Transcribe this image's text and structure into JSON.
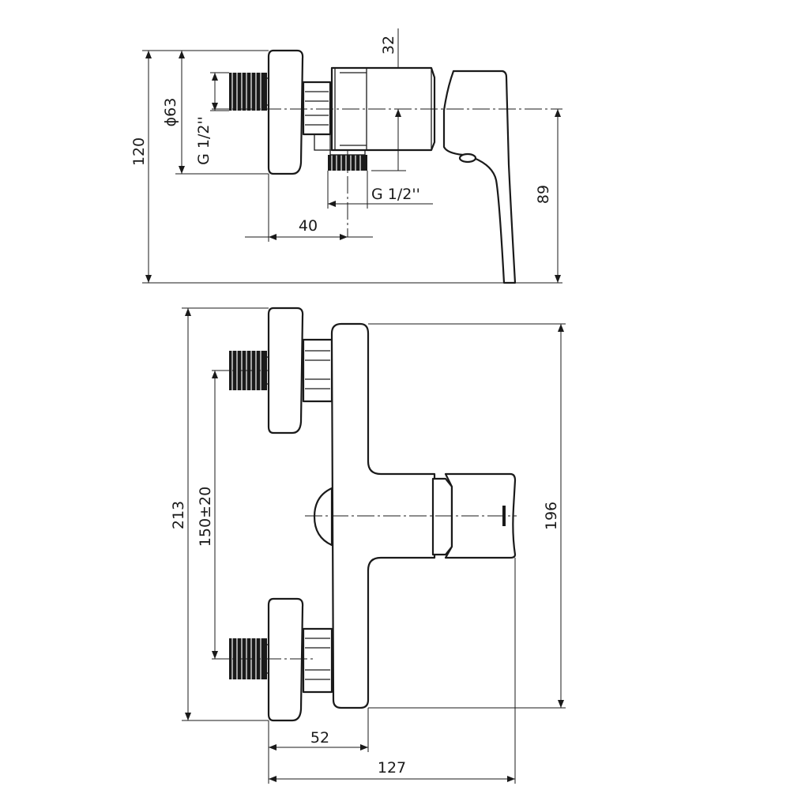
{
  "dimensions": {
    "height_120": "120",
    "dia_63": "ϕ63",
    "thread_g12_vertical": "G 1/2''",
    "top_32": "32",
    "thread_g12_horizontal": "G 1/2''",
    "spacing_40": "40",
    "height_89": "89",
    "height_213": "213",
    "range_150_20": "150±20",
    "height_196": "196",
    "width_52": "52",
    "width_127": "127"
  }
}
